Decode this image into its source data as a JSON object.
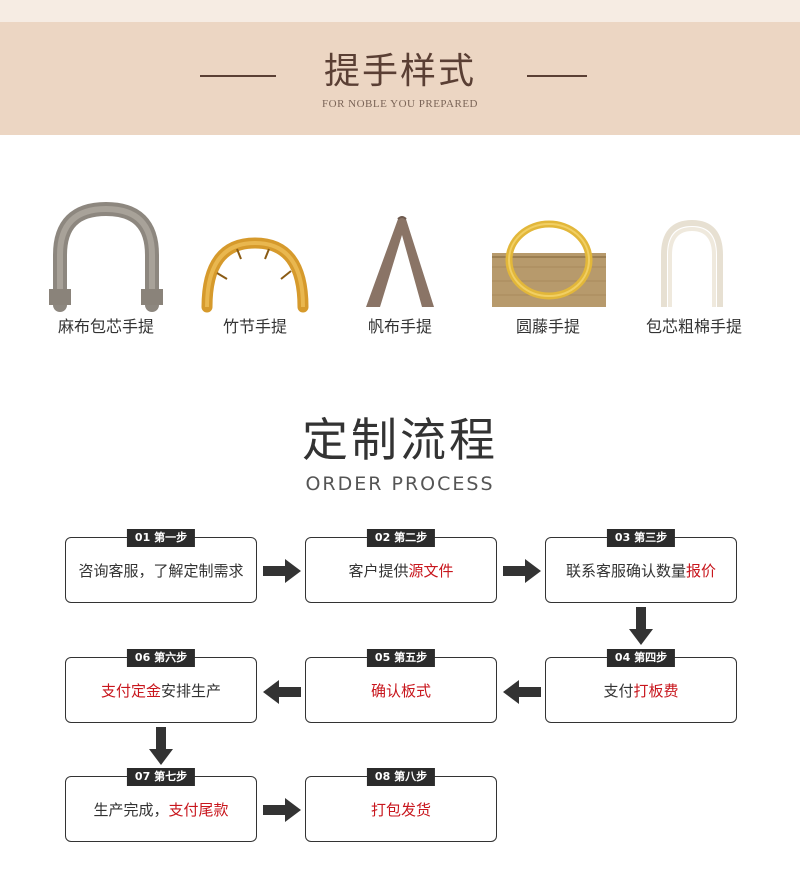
{
  "banner": {
    "title": "提手样式",
    "subtitle": "FOR NOBLE YOU PREPARED"
  },
  "handles": [
    {
      "label": "麻布包芯手提",
      "icon": "linen-handle-icon"
    },
    {
      "label": "竹节手提",
      "icon": "bamboo-handle-icon"
    },
    {
      "label": "帆布手提",
      "icon": "canvas-handle-icon"
    },
    {
      "label": "圆藤手提",
      "icon": "rattan-ring-handle-icon"
    },
    {
      "label": "包芯粗棉手提",
      "icon": "cotton-rope-handle-icon"
    }
  ],
  "process": {
    "title": "定制流程",
    "subtitle": "ORDER PROCESS",
    "steps": [
      {
        "tag": "01 第一步",
        "text_plain": "咨询客服，了解定制需求",
        "text_red": ""
      },
      {
        "tag": "02 第二步",
        "text_plain": "客户提供",
        "text_red": "源文件"
      },
      {
        "tag": "03 第三步",
        "text_plain": "联系客服确认数量",
        "text_red": "报价"
      },
      {
        "tag": "04 第四步",
        "text_plain": "支付",
        "text_red": "打板费"
      },
      {
        "tag": "05 第五步",
        "text_plain": "",
        "text_red": "确认板式"
      },
      {
        "tag": "06 第六步",
        "text_red": "支付定金",
        "text_plain": "安排生产"
      },
      {
        "tag": "07 第七步",
        "text_plain": "生产完成，",
        "text_red": "支付尾款"
      },
      {
        "tag": "08 第八步",
        "text_plain": "",
        "text_red": "打包发货"
      }
    ]
  },
  "colors": {
    "banner_bg": "#ecd6c3",
    "banner_text": "#5a3f34",
    "accent_red": "#c8161d",
    "tag_bg": "#2b2b2b",
    "arrow": "#333333"
  }
}
